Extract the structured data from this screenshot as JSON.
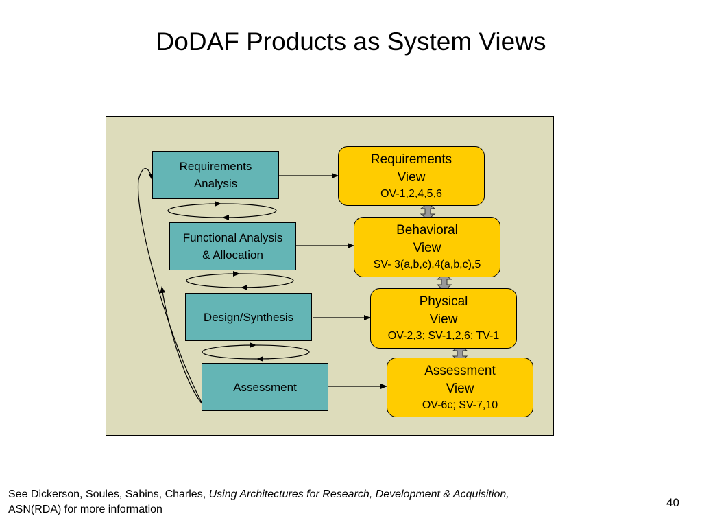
{
  "slide": {
    "title": "DoDAF Products as System Views",
    "number": "40"
  },
  "process_steps": [
    {
      "label_line1": "Requirements",
      "label_line2": "Analysis"
    },
    {
      "label_line1": "Functional Analysis",
      "label_line2": "& Allocation"
    },
    {
      "label_line1": "Design/Synthesis",
      "label_line2": ""
    },
    {
      "label_line1": "Assessment",
      "label_line2": ""
    }
  ],
  "views": [
    {
      "name_line1": "Requirements",
      "name_line2": "View",
      "codes": "OV-1,2,4,5,6"
    },
    {
      "name_line1": "Behavioral",
      "name_line2": "View",
      "codes": "SV- 3(a,b,c),4(a,b,c),5"
    },
    {
      "name_line1": "Physical",
      "name_line2": "View",
      "codes": "OV-2,3; SV-1,2,6; TV-1"
    },
    {
      "name_line1": "Assessment",
      "name_line2": "View",
      "codes": "OV-6c; SV-7,10"
    }
  ],
  "footer": {
    "prefix": "See Dickerson, Soules, Sabins, Charles, ",
    "book_title": "Using Architectures for Research, Development & Acquisition,",
    "suffix": "ASN(RDA) for more information"
  },
  "colors": {
    "diagram_background": "#dddcbb",
    "process_fill": "#64b5b5",
    "view_fill": "#ffcc00",
    "double_arrow_fill": "#999999"
  }
}
